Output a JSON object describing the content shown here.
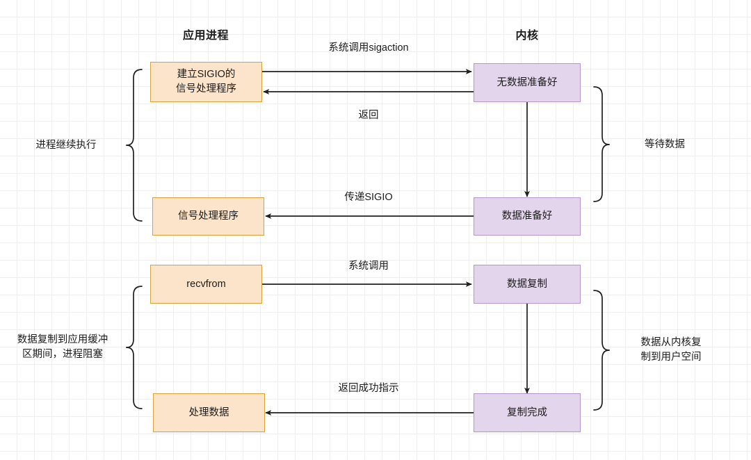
{
  "headers": {
    "app": "应用进程",
    "kernel": "内核"
  },
  "nodes": {
    "app_setup": "建立SIGIO的\n信号处理程序",
    "app_handler": "信号处理程序",
    "app_recvfrom": "recvfrom",
    "app_process": "处理数据",
    "kernel_nodata": "无数据准备好",
    "kernel_dataready": "数据准备好",
    "kernel_copying": "数据复制",
    "kernel_copydone": "复制完成"
  },
  "edge_labels": {
    "sigaction": "系统调用sigaction",
    "return": "返回",
    "deliver_sigio": "传递SIGIO",
    "syscall": "系统调用",
    "return_success": "返回成功指示"
  },
  "side_labels": {
    "left_top": "进程继续执行",
    "left_bottom": "数据复制到应用缓冲\n区期间，进程阻塞",
    "right_top": "等待数据",
    "right_bottom": "数据从内核复\n制到用户空间"
  },
  "colors": {
    "app_fill": "#FCE4CA",
    "app_border": "#D6A138",
    "kernel_fill": "#E3D5EC",
    "kernel_border": "#B695CB",
    "stroke": "#1F1F1F",
    "grid_minor": "#EFEFEF",
    "grid_major": "#E2E2E2"
  }
}
